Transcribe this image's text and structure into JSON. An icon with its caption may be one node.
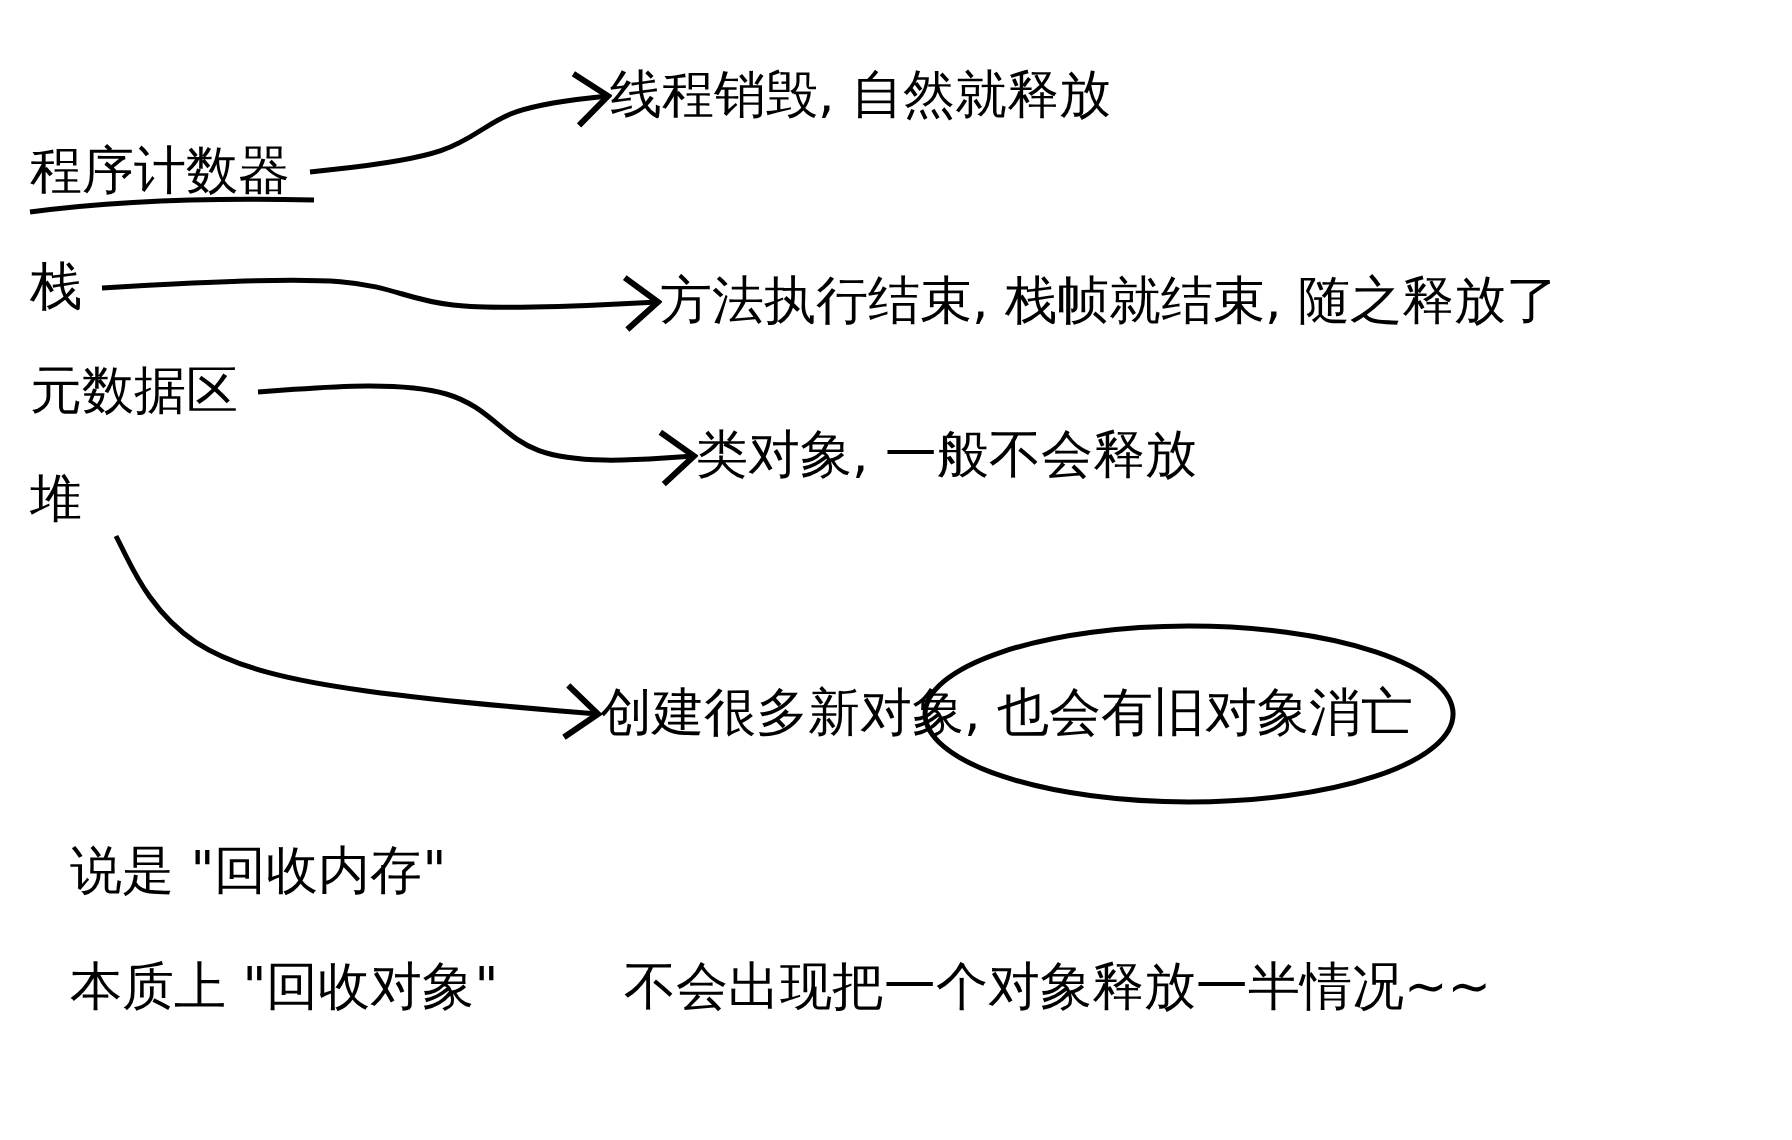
{
  "diagram": {
    "nodes": [
      {
        "text": [
          "程序计数器"
        ]
      },
      {
        "text": [
          "线程销毁, 自然就释放"
        ]
      },
      {
        "text": [
          "栈"
        ]
      },
      {
        "text": [
          "方法执行结束, 栈帧就结束, 随之释放了"
        ]
      },
      {
        "text": [
          "元数据区"
        ]
      },
      {
        "text": [
          "类对象, 一般不会释放"
        ]
      },
      {
        "text": [
          "堆"
        ]
      },
      {
        "text": [
          "创建很多新对象, 也会有旧对象消亡"
        ]
      },
      {
        "text": [],
        "shape": "ellipse"
      }
    ],
    "edges": [
      {
        "from": 0,
        "to": 1,
        "arrow": "to"
      },
      {
        "from": 2,
        "to": 3,
        "arrow": "to"
      },
      {
        "from": 4,
        "to": 5,
        "arrow": "to"
      },
      {
        "from": 6,
        "to": 7,
        "arrow": "to"
      }
    ],
    "labels": [
      "说是 \"回收内存\"",
      "本质上 \"回收对象\"",
      "不会出现把一个对象释放一半情况~~"
    ]
  }
}
